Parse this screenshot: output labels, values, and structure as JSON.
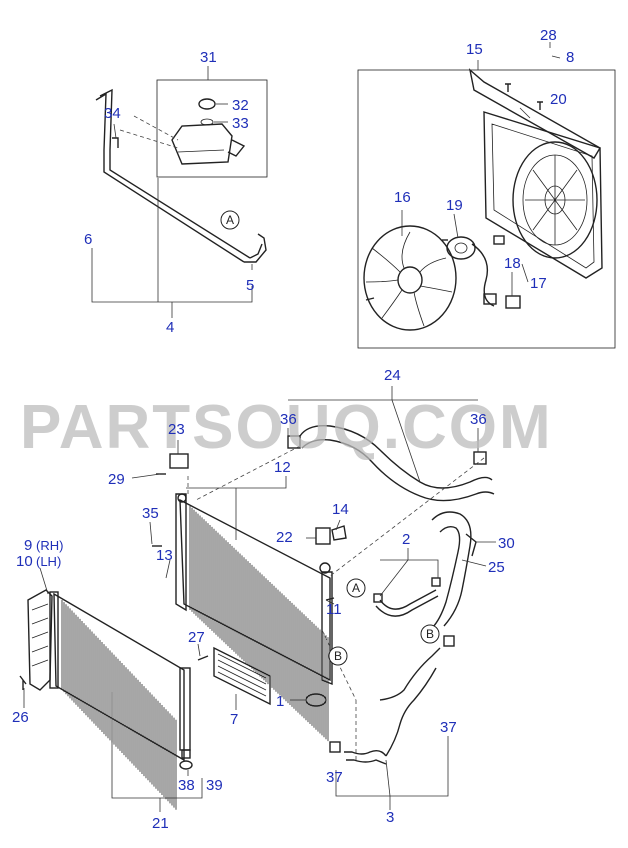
{
  "watermark": "PARTSOUQ.COM",
  "reference_marks": {
    "A": "A",
    "B": "B"
  },
  "labels": {
    "p1": "1",
    "p2": "2",
    "p3": "3",
    "p4": "4",
    "p5": "5",
    "p6": "6",
    "p7": "7",
    "p8": "8",
    "p9": "9",
    "p9_side": "(RH)",
    "p10": "10",
    "p10_side": "(LH)",
    "p11": "11",
    "p12": "12",
    "p13": "13",
    "p14": "14",
    "p15": "15",
    "p16": "16",
    "p17": "17",
    "p18": "18",
    "p19": "19",
    "p20": "20",
    "p21": "21",
    "p22": "22",
    "p23": "23",
    "p24": "24",
    "p25": "25",
    "p26": "26",
    "p27": "27",
    "p28": "28",
    "p29": "29",
    "p30": "30",
    "p31": "31",
    "p32": "32",
    "p33": "33",
    "p34": "34",
    "p35": "35",
    "p36": "36",
    "p37": "37",
    "p38": "38",
    "p39": "39"
  },
  "colors": {
    "callout": "#1f2fb8",
    "line": "#222222",
    "watermark": "#bcbcbc"
  }
}
